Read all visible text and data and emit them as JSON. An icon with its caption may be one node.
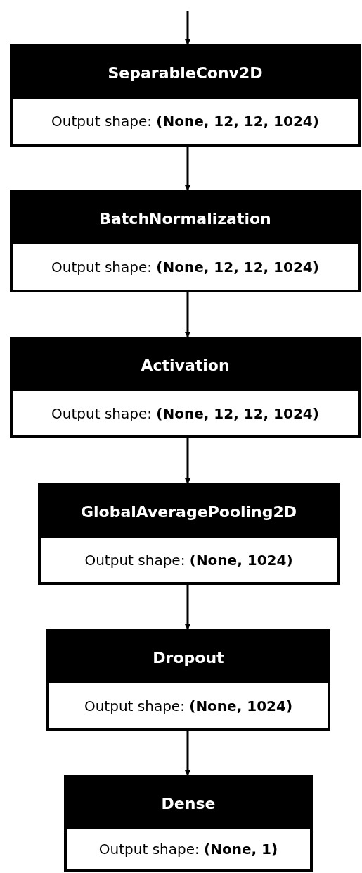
{
  "diagram": {
    "nodes": [
      {
        "text": [
          "SeparableConv2D",
          "Output shape: **(None, 12, 12, 1024)**"
        ]
      },
      {
        "text": [
          "BatchNormalization",
          "Output shape: **(None, 12, 12, 1024)**"
        ]
      },
      {
        "text": [
          "Activation",
          "Output shape: **(None, 12, 12, 1024)**"
        ]
      },
      {
        "text": [
          "GlobalAveragePooling2D",
          "Output shape: **(None, 1024)**"
        ]
      },
      {
        "text": [
          "Dropout",
          "Output shape: **(None, 1024)**"
        ]
      },
      {
        "text": [
          "Dense",
          "Output shape: **(None, 1)**"
        ]
      }
    ],
    "edges": [
      {
        "from": null,
        "to": 0,
        "arrow": "to"
      },
      {
        "from": 0,
        "to": 1,
        "arrow": "to"
      },
      {
        "from": 1,
        "to": 2,
        "arrow": "to"
      },
      {
        "from": 2,
        "to": 3,
        "arrow": "to"
      },
      {
        "from": 3,
        "to": 4,
        "arrow": "to"
      },
      {
        "from": 4,
        "to": 5,
        "arrow": "to"
      }
    ]
  }
}
